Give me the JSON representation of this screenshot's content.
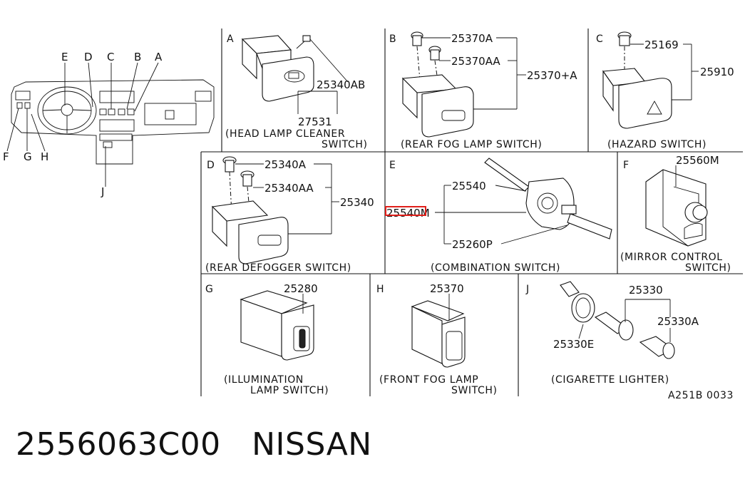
{
  "dashboard": {
    "letters_top": [
      "E",
      "D",
      "C",
      "B",
      "A"
    ],
    "letters_bottom": [
      "F",
      "G",
      "H"
    ],
    "letter_j": "J"
  },
  "panels": {
    "A": {
      "letter": "A",
      "labels": [
        "25340AB",
        "27531"
      ],
      "caption": [
        "(HEAD LAMP CLEANER",
        "SWITCH)"
      ]
    },
    "B": {
      "letter": "B",
      "labels": [
        "25370A",
        "25370AA",
        "25370+A"
      ],
      "caption": [
        "(REAR FOG LAMP SWITCH)"
      ]
    },
    "C": {
      "letter": "C",
      "labels": [
        "25169",
        "25910"
      ],
      "caption": [
        "(HAZARD SWITCH)"
      ]
    },
    "D": {
      "letter": "D",
      "labels": [
        "25340A",
        "25340AA",
        "25340"
      ],
      "caption": [
        "(REAR DEFOGGER SWITCH)"
      ]
    },
    "E": {
      "letter": "E",
      "labels": [
        "25540",
        "25540M",
        "25260P"
      ],
      "caption": [
        "(COMBINATION SWITCH)"
      ]
    },
    "F": {
      "letter": "F",
      "labels": [
        "25560M"
      ],
      "caption": [
        "(MIRROR CONTROL",
        "SWITCH)"
      ]
    },
    "G": {
      "letter": "G",
      "labels": [
        "25280"
      ],
      "caption": [
        "(ILLUMINATION",
        "LAMP SWITCH)"
      ]
    },
    "H": {
      "letter": "H",
      "labels": [
        "25370"
      ],
      "caption": [
        "(FRONT FOG LAMP",
        "SWITCH)"
      ]
    },
    "J": {
      "letter": "J",
      "labels": [
        "25330",
        "25330A",
        "25330E"
      ],
      "caption": [
        "(CIGARETTE LIGHTER)"
      ]
    }
  },
  "diagram_code": "A251B 0033",
  "highlight_color": "#e0201b",
  "footer": {
    "part_number": "2556063C00",
    "brand": "NISSAN"
  }
}
